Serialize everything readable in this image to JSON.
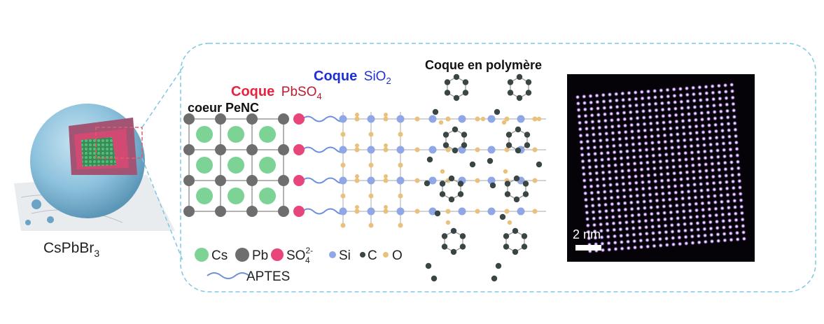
{
  "particle": {
    "formula_base": "CsPbBr",
    "formula_sub": "3"
  },
  "labels": {
    "core": "coeur PeNC",
    "pbso4_shell_word": "Coque",
    "pbso4_formula_a": "PbSO",
    "pbso4_formula_sub": "4",
    "sio2_shell_word": "Coque",
    "sio2_formula_a": "SiO",
    "sio2_formula_sub": "2",
    "polymer_shell": "Coque en polymère"
  },
  "legend": {
    "items": [
      {
        "symbol": "Cs",
        "color": "#7dd396"
      },
      {
        "symbol": "Pb",
        "color": "#6e6e6e"
      },
      {
        "symbol": "SO",
        "sub": "4",
        "sup": "2-",
        "color": "#e8457a"
      },
      {
        "symbol": "Si",
        "color": "#8fa7e6"
      },
      {
        "symbol": "C",
        "color": "#3a4545"
      },
      {
        "symbol": "O",
        "color": "#e8c27c"
      }
    ],
    "aptes": "APTES"
  },
  "tem": {
    "scale_label": "2 nm"
  },
  "colors": {
    "cs": "#7dd396",
    "pb": "#6e6e6e",
    "so4": "#e8457a",
    "si": "#8fa7e6",
    "c": "#3a4545",
    "o": "#e8c27c",
    "pbso4_label": "#e8223f",
    "sio2_label": "#1f2fd6",
    "dashed_border": "#7ec8e3",
    "shell_blue": "#8cc1dc"
  }
}
